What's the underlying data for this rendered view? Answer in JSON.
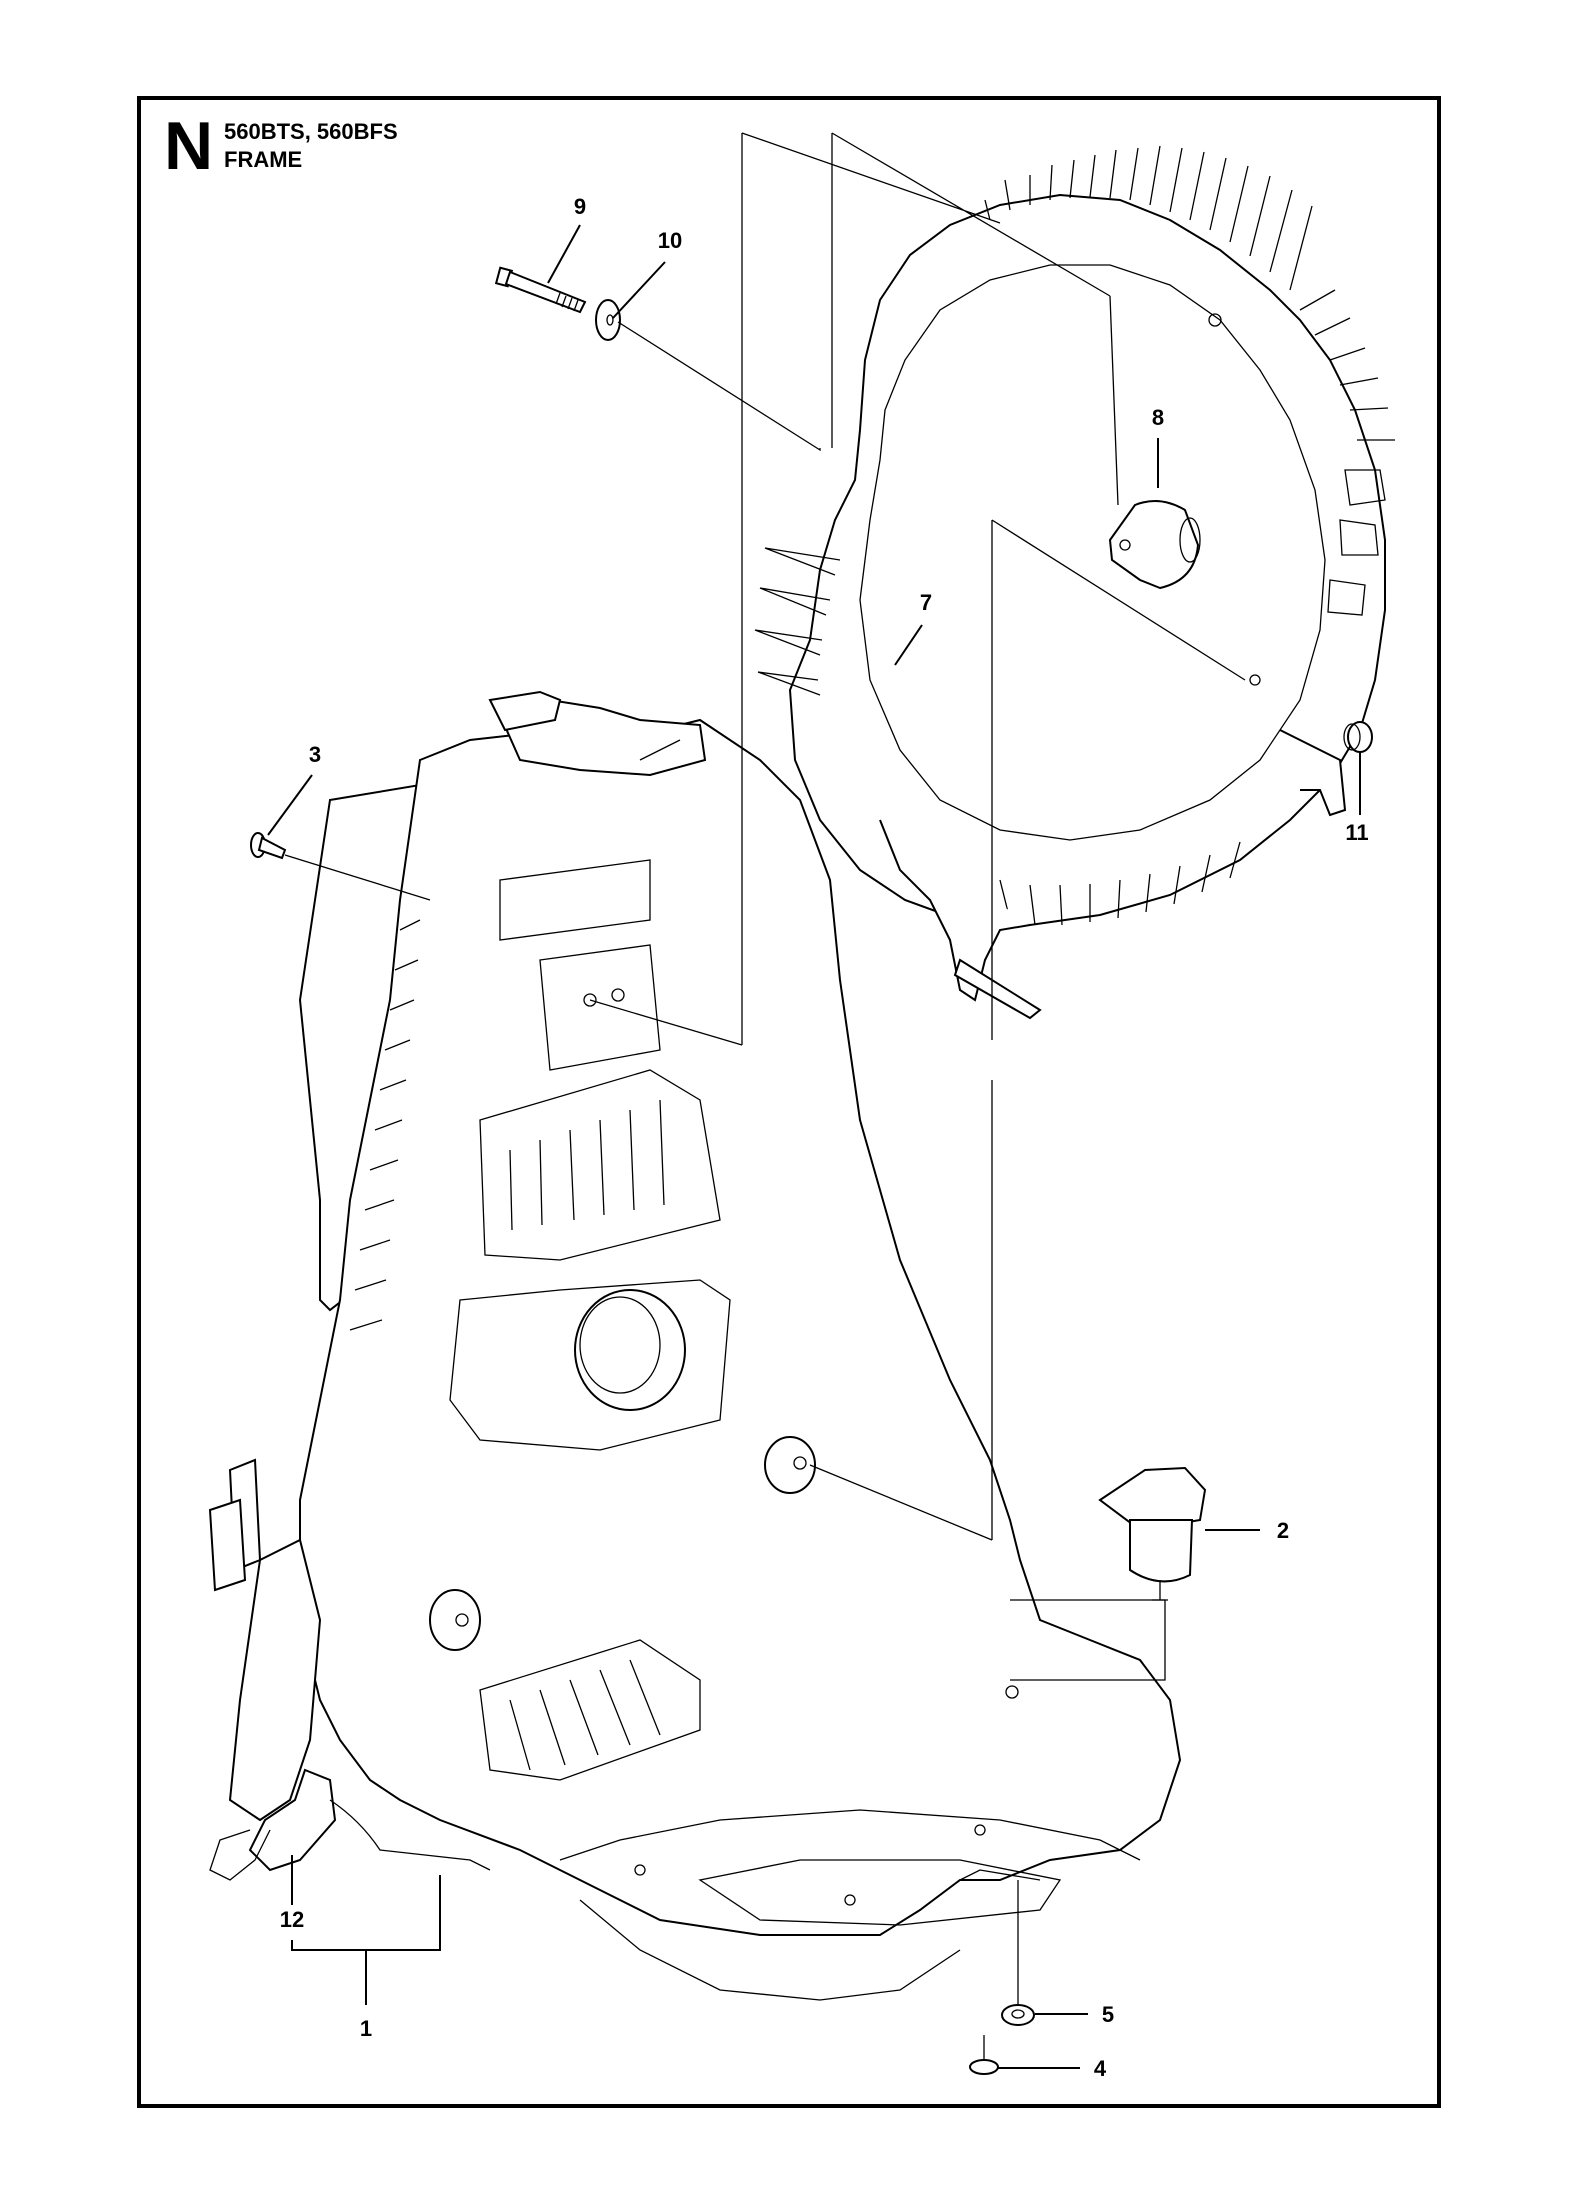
{
  "header": {
    "section_letter": "N",
    "model_line": "560BTS, 560BFS",
    "assembly_name": "FRAME"
  },
  "callouts": [
    {
      "id": "c1",
      "label": "1"
    },
    {
      "id": "c2",
      "label": "2"
    },
    {
      "id": "c3",
      "label": "3"
    },
    {
      "id": "c4",
      "label": "4"
    },
    {
      "id": "c5",
      "label": "5"
    },
    {
      "id": "c7",
      "label": "7"
    },
    {
      "id": "c8",
      "label": "8"
    },
    {
      "id": "c9",
      "label": "9"
    },
    {
      "id": "c10",
      "label": "10"
    },
    {
      "id": "c11",
      "label": "11"
    },
    {
      "id": "c12",
      "label": "12"
    }
  ],
  "colors": {
    "line": "#000000",
    "background": "#ffffff"
  }
}
